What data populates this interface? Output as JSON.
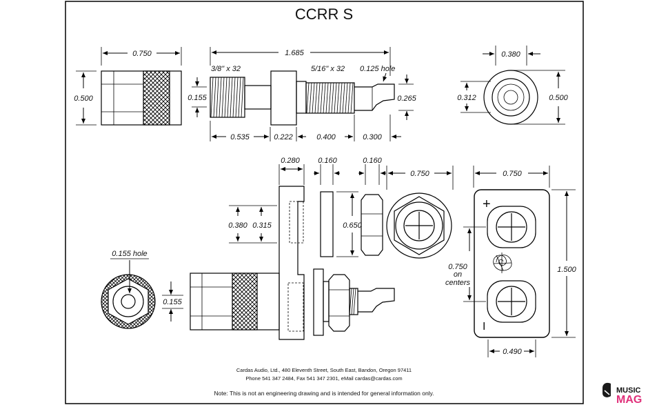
{
  "title": "CCRR S",
  "top_view": {
    "length_overall": "1.685",
    "thread_left": "3/8\" x 32",
    "thread_right": "5/16\" x 32",
    "hole": "0.125 hole",
    "cap_width": "0.750",
    "cap_height": "0.500",
    "stem_dia": "0.155",
    "tip_height": "0.265",
    "seg1": "0.535",
    "seg2": "0.222",
    "seg3": "0.400",
    "seg4": "0.300"
  },
  "end_view": {
    "inner": "0.380",
    "inner_height": "0.312",
    "outer": "0.500"
  },
  "assembly": {
    "plate_thickness": "0.280",
    "washer_thickness": "0.160",
    "nut_thickness": "0.160",
    "hex_width": "0.750",
    "bore_outer": "0.380",
    "bore_inner": "0.315",
    "washer_height": "0.650",
    "cap_hole": "0.155 hole",
    "cap_hole_dim": "0.155"
  },
  "plate": {
    "width": "0.750",
    "height": "1.500",
    "bottom": "0.490",
    "centers_line1": "0.750",
    "centers_line2": "on",
    "centers_line3": "centers",
    "plus": "+",
    "minus": "I"
  },
  "footer": {
    "address": "Cardas Audio, Ltd., 480 Eleventh Street, South East, Bandon, Oregon 97411",
    "phone": "Phone 541 347 2484, Fax 541 347 2301, eMail cardas@cardas.com",
    "note": "Note:  This is not an engineering drawing and is intended for general information only."
  },
  "watermark": {
    "line1": "MUSIC",
    "line2": "MAG"
  }
}
